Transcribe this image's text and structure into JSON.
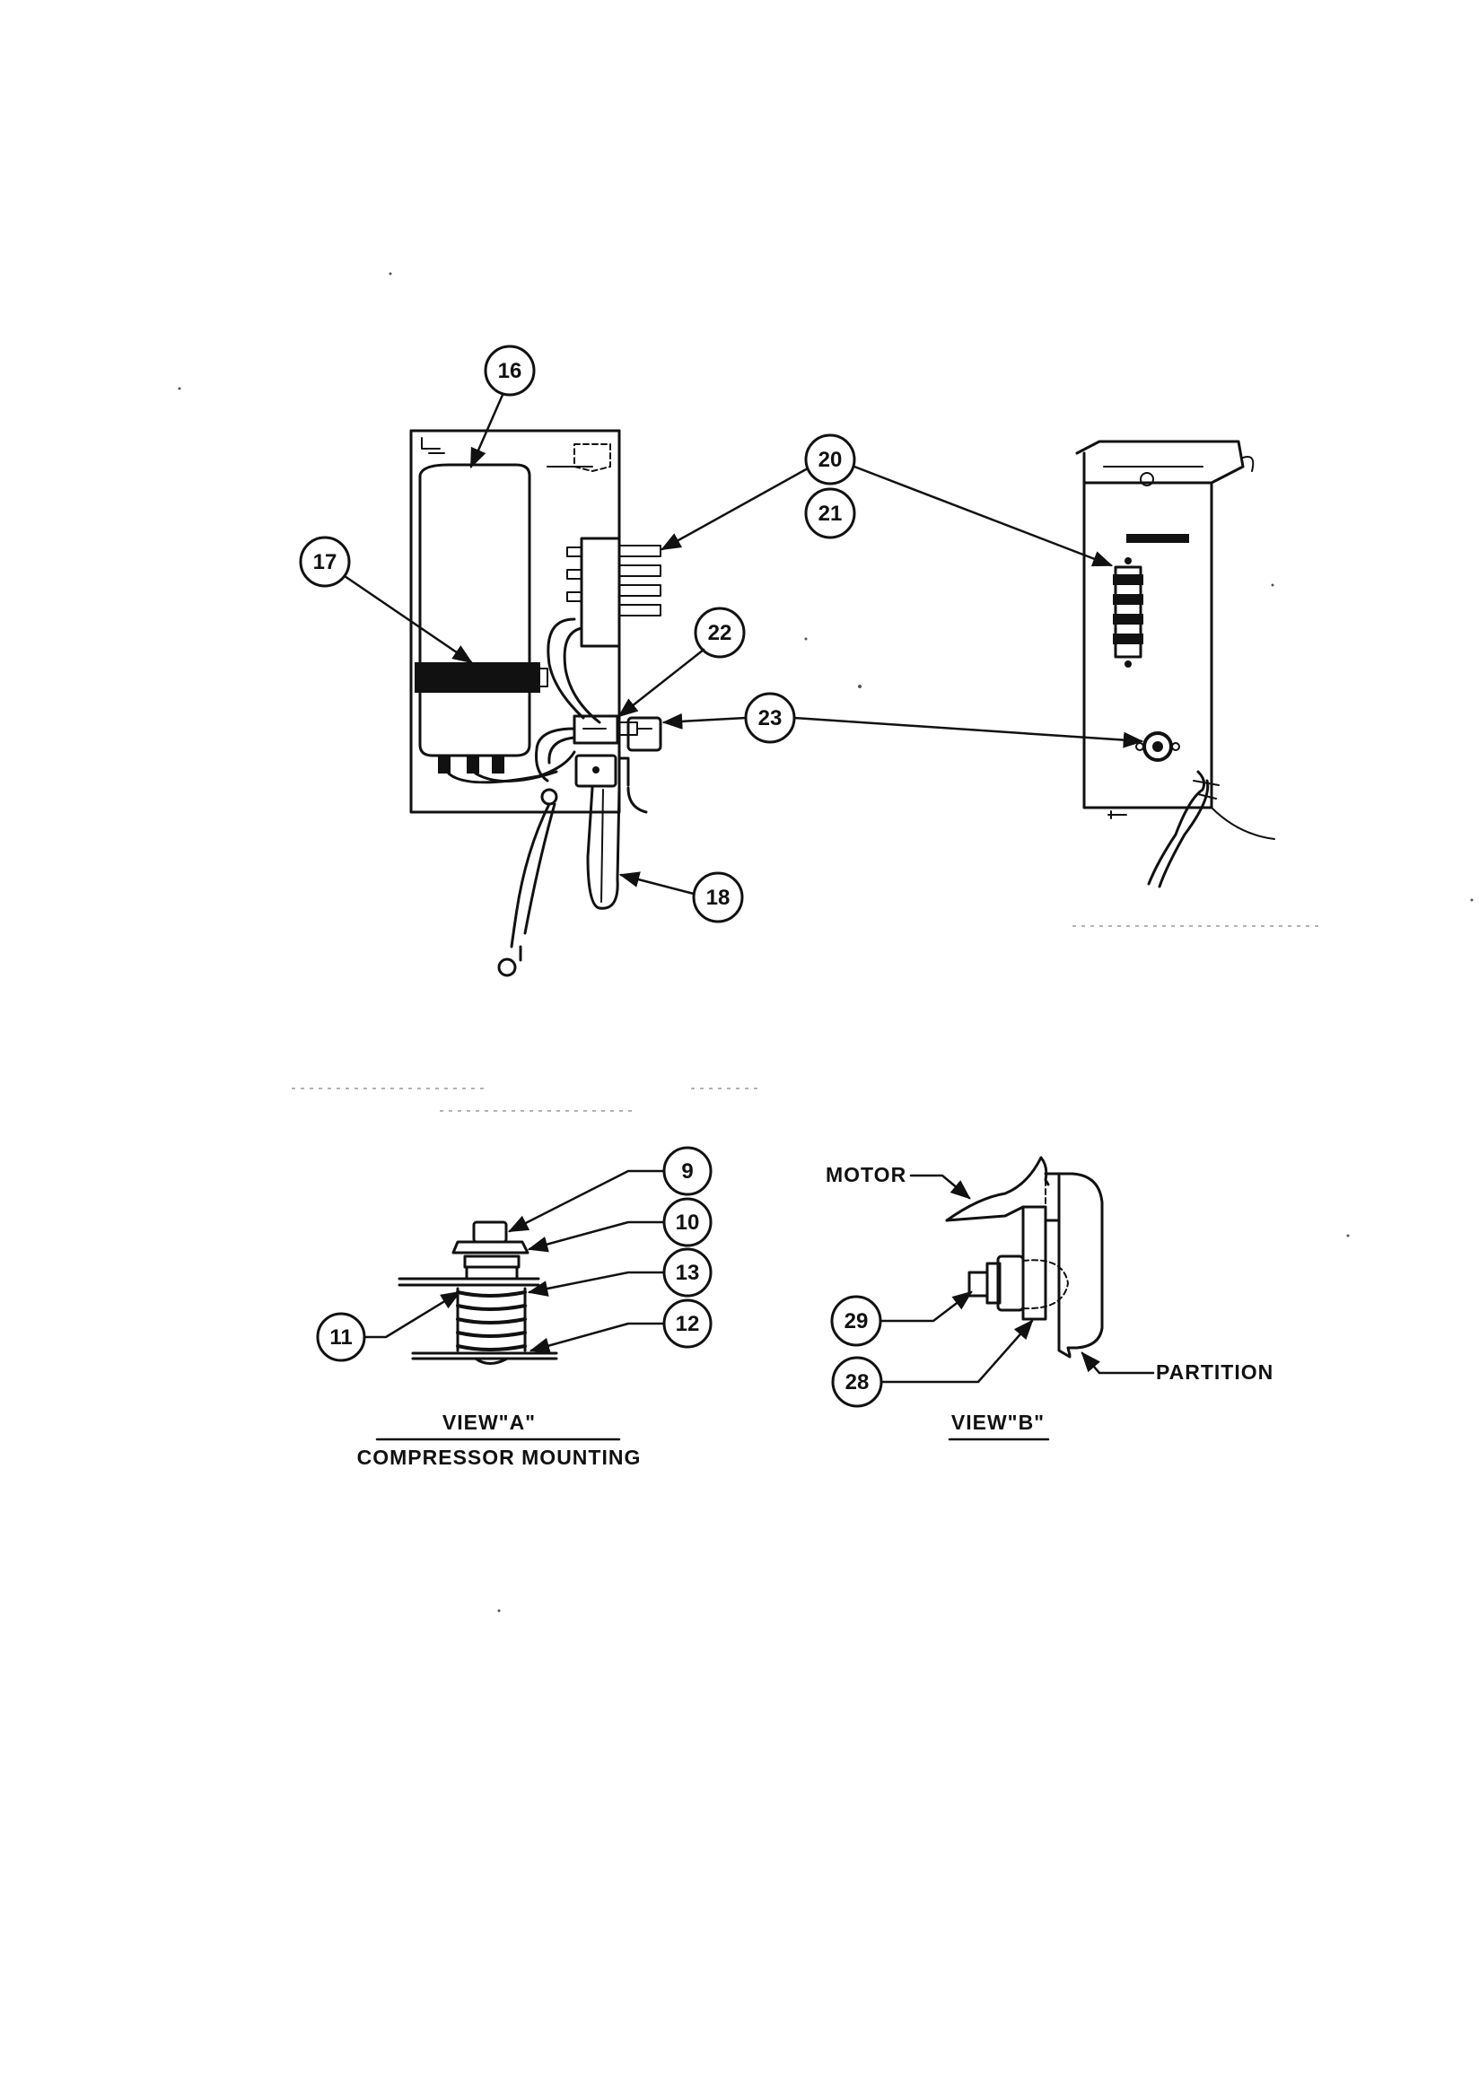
{
  "callouts": {
    "c16": "16",
    "c17": "17",
    "c20": "20",
    "c21": "21",
    "c22": "22",
    "c23": "23",
    "c18": "18",
    "c9": "9",
    "c10": "10",
    "c13": "13",
    "c11": "11",
    "c12": "12",
    "c29": "29",
    "c28": "28"
  },
  "labels": {
    "motor": "MOTOR",
    "partition": "PARTITION",
    "view_a": "VIEW\"A\"",
    "view_a_subtitle": "COMPRESSOR MOUNTING",
    "view_b": "VIEW\"B\""
  }
}
